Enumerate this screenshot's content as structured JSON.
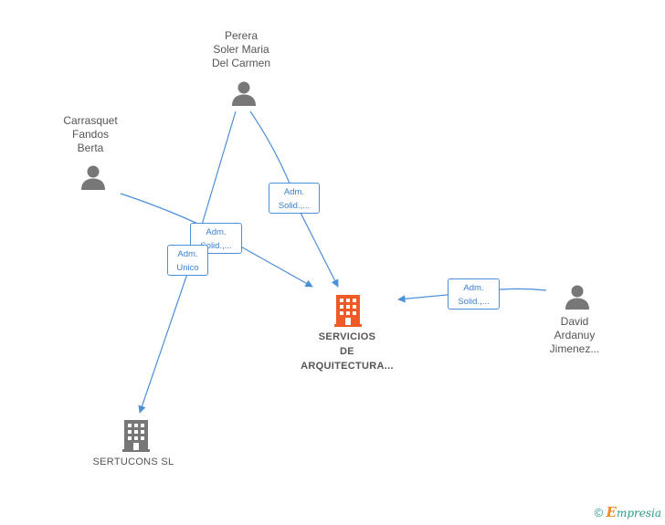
{
  "colors": {
    "edge": "#4a8fd8",
    "person_icon": "#777777",
    "main_company": "#f05a28",
    "company": "#777777"
  },
  "persons": [
    {
      "id": "perera",
      "label": "Perera\nSoler Maria\nDel Carmen",
      "icon": "person-icon"
    },
    {
      "id": "carrasquet",
      "label": "Carrasquet\nFandos\nBerta",
      "icon": "person-icon"
    },
    {
      "id": "david",
      "label": "David\nArdanuy\nJimenez...",
      "icon": "person-icon"
    }
  ],
  "companies": [
    {
      "id": "servicios",
      "label": "SERVICIOS\nDE\nARQUITECTURA...",
      "icon": "building-icon",
      "highlighted": true
    },
    {
      "id": "sertucons",
      "label": "SERTUCONS SL",
      "icon": "building-icon",
      "highlighted": false
    }
  ],
  "edges": [
    {
      "id": "perera-servicios",
      "from": "perera",
      "to": "servicios",
      "label": "Adm.\nSolid.,..."
    },
    {
      "id": "carrasquet-servicios",
      "from": "carrasquet",
      "to": "servicios",
      "label": "Adm.\nSolid.,..."
    },
    {
      "id": "perera-sertucons",
      "from": "perera",
      "to": "sertucons",
      "label": "Adm.\nUnico"
    },
    {
      "id": "david-servicios",
      "from": "david",
      "to": "servicios",
      "label": "Adm.\nSolid.,..."
    }
  ],
  "footer": {
    "copyright": "©",
    "brand_first": "E",
    "brand_rest": "mpresia"
  }
}
